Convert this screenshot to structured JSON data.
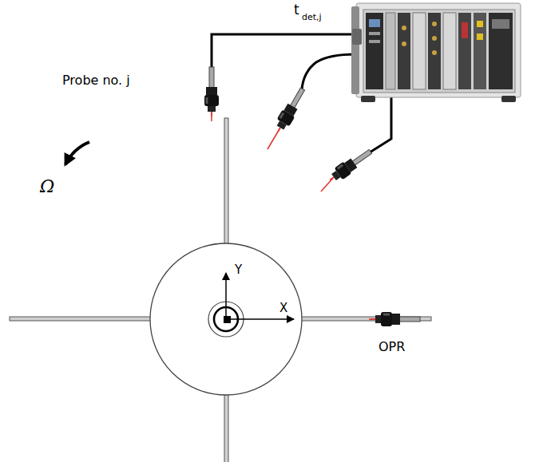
{
  "diagram": {
    "labels": [
      "t",
      "det,j",
      "Probe no. j",
      "Ω",
      "Y",
      "X",
      "OPR"
    ]
  }
}
